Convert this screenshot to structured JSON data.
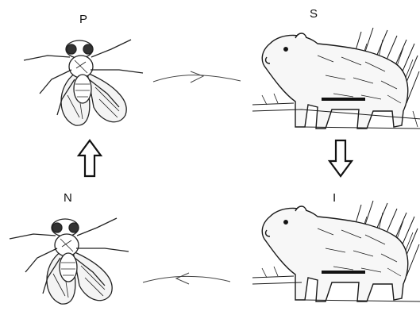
{
  "labels": {
    "p": "P",
    "s": "S",
    "n": "N",
    "i": "I"
  },
  "figures": {
    "top_left": "fly-icon",
    "top_right": "capybara-icon",
    "bottom_left": "fly-icon",
    "bottom_right": "capybara-icon"
  },
  "colors": {
    "ink": "#222222",
    "arrow_outline": "#111111"
  }
}
